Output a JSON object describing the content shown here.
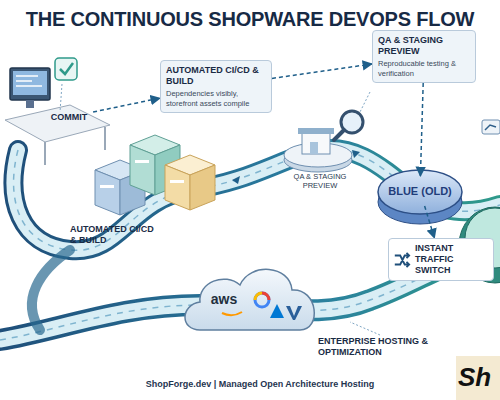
{
  "diagram": {
    "title": "THE CONTINUOUS SHOPWARE DEVOPS FLOW",
    "caption": "ShopForge.dev | Managed Open Architecture Hosting",
    "nodes": [
      {
        "text": [
          "COMMIT"
        ]
      },
      {
        "text": [
          "AUTOMATED CI/CD & BUILD",
          "Dependencies visibly, storefront assets compile"
        ]
      },
      {
        "text": [
          "QA & STAGING PREVIEW",
          "Reproducable testing & verification"
        ]
      },
      {
        "text": [
          "BLUE (OLD)"
        ]
      },
      {
        "text": [
          "INSTANT TRAFFIC SWITCH"
        ]
      },
      {
        "text": [
          "aws"
        ]
      }
    ],
    "edges": [
      {
        "from": 0,
        "to": 1,
        "arrow": "to"
      },
      {
        "from": 1,
        "to": 2,
        "arrow": "to"
      },
      {
        "from": 2,
        "to": 3,
        "arrow": "to"
      },
      {
        "from": 3,
        "to": 4,
        "arrow": "to"
      }
    ],
    "labels": [
      "AUTOMATED CI/CD & BUILD",
      "QA & STAGING PREVIEW",
      "ENTERPRISE HOSTING & OPTIMIZATION",
      "Sh"
    ]
  }
}
